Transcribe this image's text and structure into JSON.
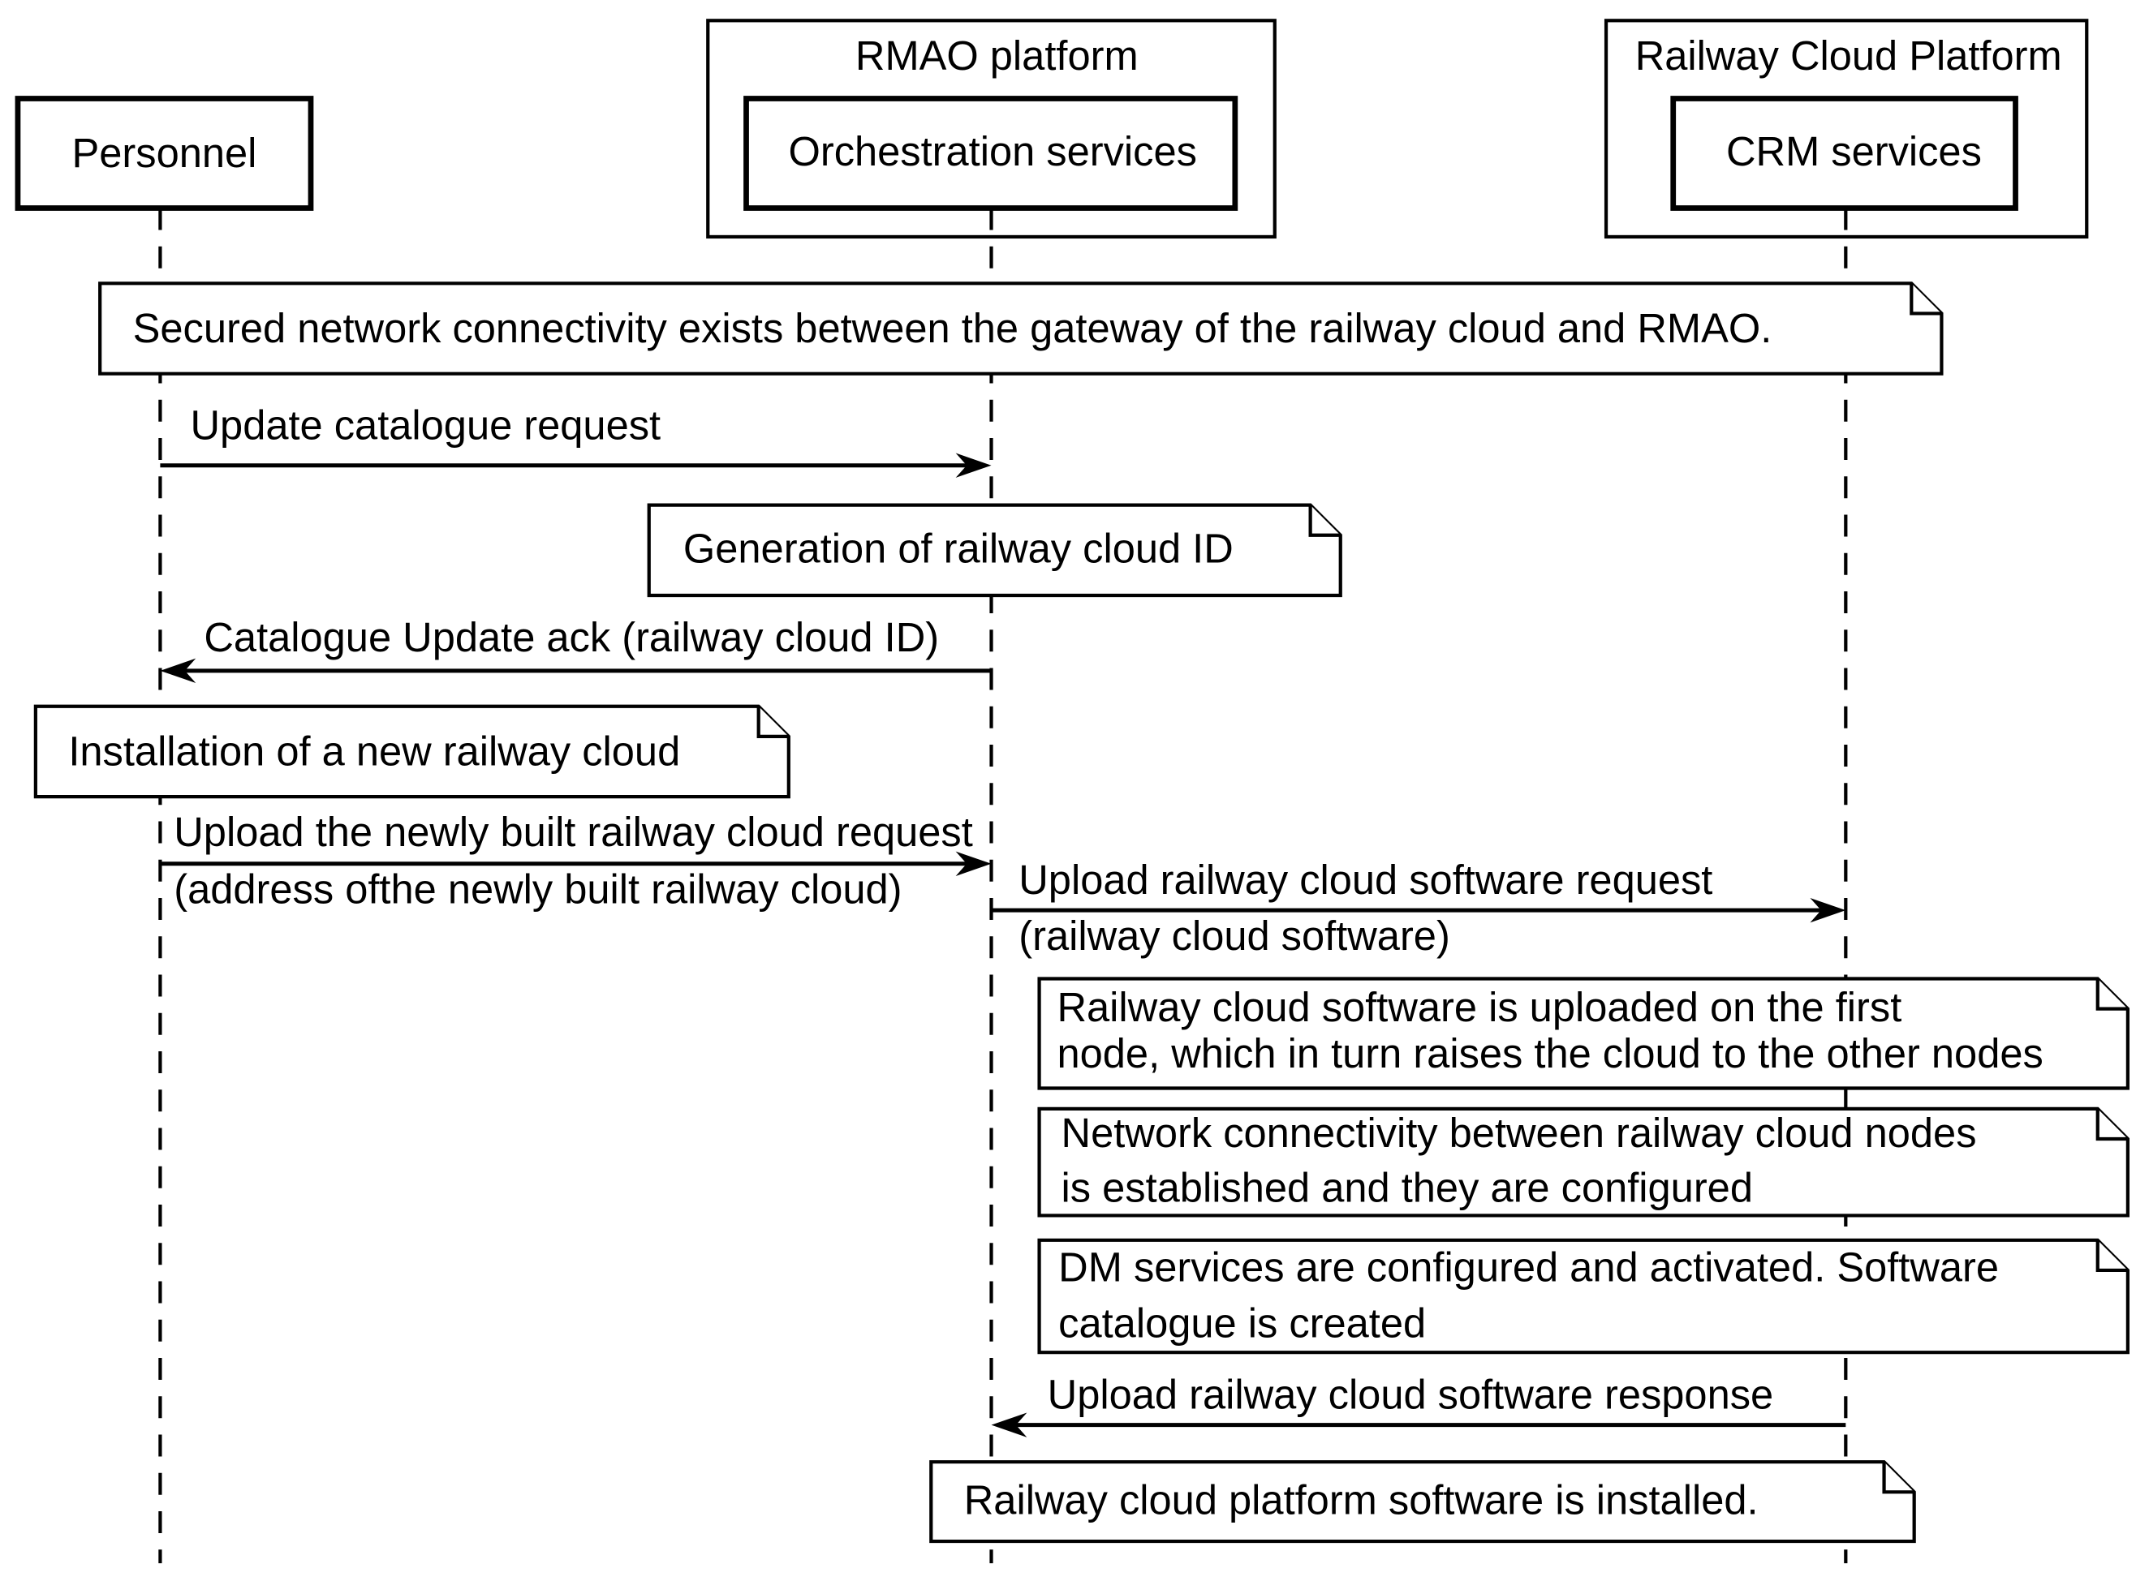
{
  "diagram": {
    "type": "sequence",
    "groups": {
      "rmao": {
        "label": "RMAO platform"
      },
      "railway_cloud": {
        "label": "Railway Cloud Platform"
      }
    },
    "participants": {
      "personnel": {
        "label": "Personnel"
      },
      "orchestration": {
        "label": "Orchestration services",
        "group": "rmao"
      },
      "crm": {
        "label": "CRM services",
        "group": "railway_cloud"
      }
    },
    "notes": {
      "n1": {
        "lines": [
          "Secured network connectivity exists between the gateway of the railway cloud and RMAO."
        ]
      },
      "n2": {
        "lines": [
          "Generation of railway cloud ID"
        ]
      },
      "n3": {
        "lines": [
          "Installation of a new railway cloud"
        ]
      },
      "n4": {
        "lines": [
          "Railway cloud software is uploaded on the  first",
          "node, which in turn raises the cloud to the other nodes"
        ]
      },
      "n5": {
        "lines": [
          "Network connectivity between railway cloud nodes",
          "is established and they are configured"
        ]
      },
      "n6": {
        "lines": [
          "DM services are configured and activated. Software",
          "catalogue is created"
        ]
      },
      "n7": {
        "lines": [
          "Railway cloud platform software is installed."
        ]
      }
    },
    "messages": {
      "m1": {
        "from": "personnel",
        "to": "orchestration",
        "label": "Update catalogue request",
        "sublabel": ""
      },
      "m2": {
        "from": "orchestration",
        "to": "personnel",
        "label": "Catalogue Update ack (railway cloud ID)",
        "sublabel": ""
      },
      "m3": {
        "from": "personnel",
        "to": "orchestration",
        "label": "Upload the newly built railway cloud request",
        "sublabel": "(address ofthe newly built railway cloud)"
      },
      "m4": {
        "from": "orchestration",
        "to": "crm",
        "label": "Upload railway cloud software request",
        "sublabel": "(railway cloud software)"
      },
      "m5": {
        "from": "crm",
        "to": "orchestration",
        "label": "Upload railway cloud software response",
        "sublabel": ""
      }
    }
  }
}
